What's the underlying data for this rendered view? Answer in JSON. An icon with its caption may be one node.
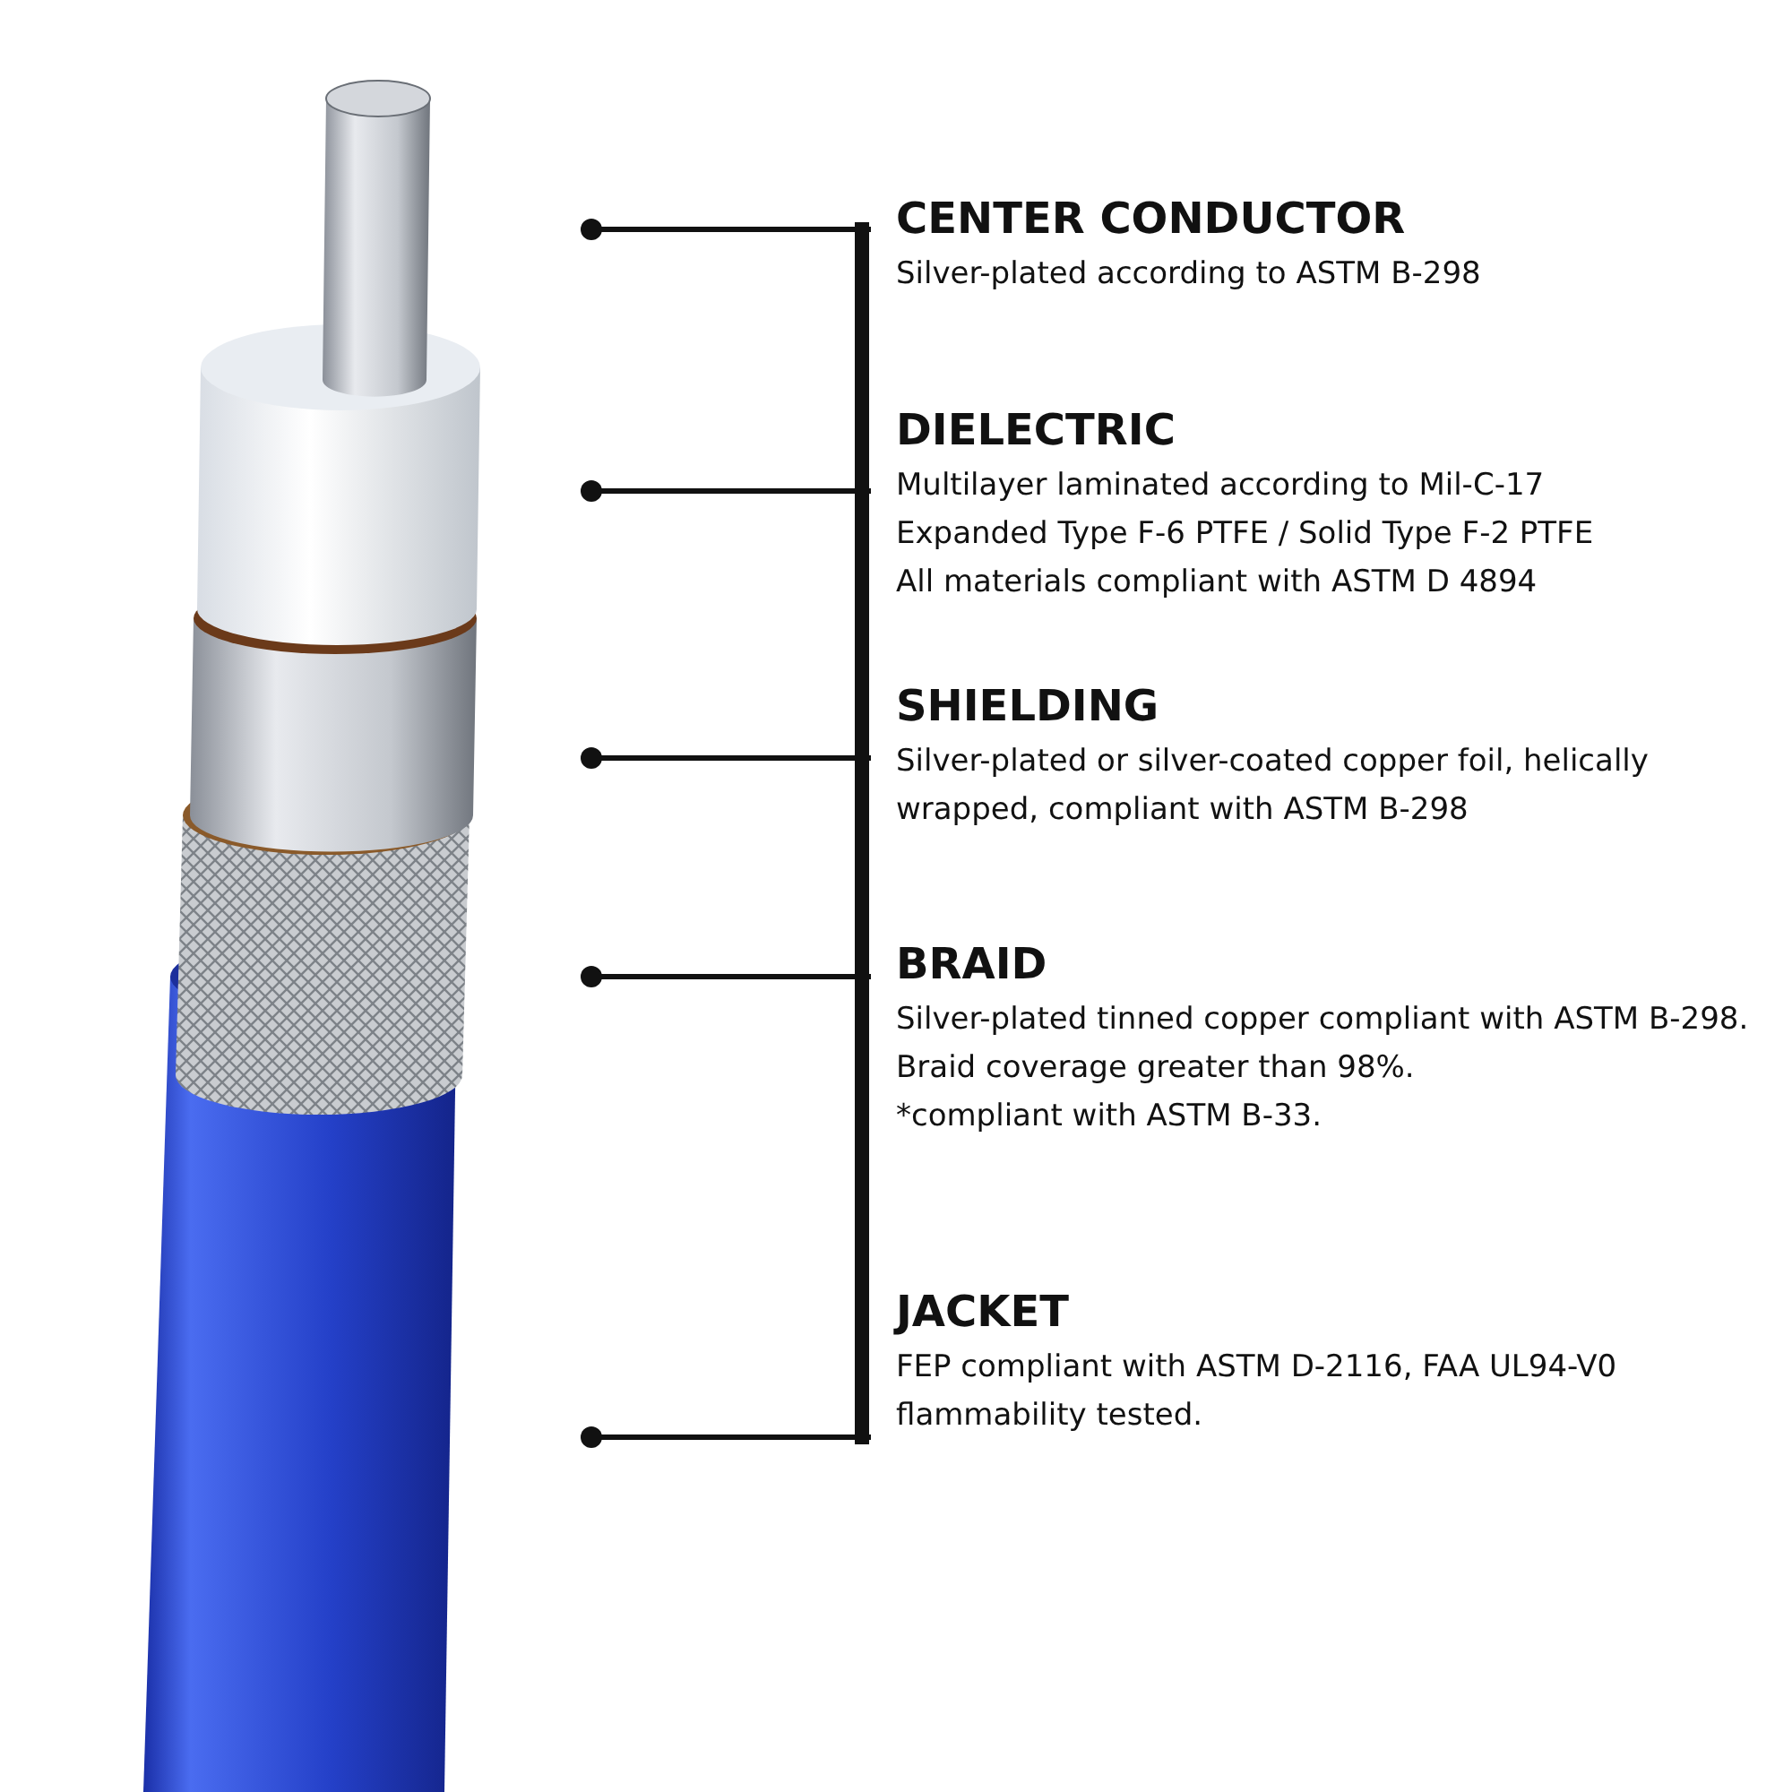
{
  "diagram": {
    "nodes": [
      {
        "text": [
          "CENTER CONDUCTOR",
          "Silver-plated according to ASTM B-298"
        ]
      },
      {
        "text": [
          "DIELECTRIC",
          "Multilayer laminated according to Mil-C-17",
          "Expanded Type F-6 PTFE / Solid Type F-2 PTFE",
          "All materials compliant with ASTM D 4894"
        ]
      },
      {
        "text": [
          "SHIELDING",
          "Silver-plated or silver-coated copper foil, helically wrapped, compliant with ASTM B-298"
        ]
      },
      {
        "text": [
          "BRAID",
          "Silver-plated tinned copper compliant with ASTM B-298.",
          "Braid coverage greater than 98%.",
          "*compliant with ASTM B-33."
        ]
      },
      {
        "text": [
          "JACKET",
          "FEP compliant with ASTM D-2116, FAA UL94-V0 flammability tested."
        ]
      }
    ],
    "edges": [
      {
        "from": 0,
        "to": null,
        "arrow": "other"
      },
      {
        "from": 1,
        "to": null,
        "arrow": "other"
      },
      {
        "from": 2,
        "to": null,
        "arrow": "other"
      },
      {
        "from": 3,
        "to": null,
        "arrow": "other"
      },
      {
        "from": 4,
        "to": null,
        "arrow": "other"
      }
    ]
  }
}
